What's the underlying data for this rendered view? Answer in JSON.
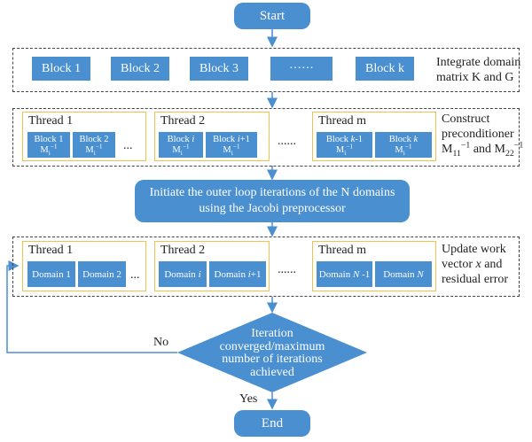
{
  "start": "Start",
  "end": "End",
  "blocks": [
    "Block 1",
    "Block 2",
    "Block 3",
    "······",
    "Block k"
  ],
  "side_labels": {
    "integrate_l1": "Integrate domain",
    "integrate_l2": "matrix K and G",
    "construct_l1": "Construct",
    "construct_l2": "preconditioner",
    "construct_m11": "M",
    "construct_and": "and M",
    "update_l1": "Update work",
    "update_l2_a": "vector ",
    "update_l2_b": "x",
    "update_l2_c": " and",
    "update_l3": "residual error"
  },
  "threads_top": {
    "t1": "Thread 1",
    "t2": "Thread 2",
    "tm": "Thread m",
    "b1": "Block 1",
    "b2": "Block 2",
    "bi_a": "Block ",
    "bi_b": "i",
    "bi1_a": "Block ",
    "bi1_b": "i",
    "bi1_c": "+1",
    "bk1_a": "Block ",
    "bk1_b": "k",
    "bk1_c": "-1",
    "bk_a": "Block ",
    "bk_b": "k",
    "m": "M",
    "m_sub": "i",
    "m_sup": "−1"
  },
  "initiate_l1": "Initiate the outer loop iterations of the N domains",
  "initiate_l2": "using the Jacobi preprocessor",
  "threads_bottom": {
    "t1": "Thread 1",
    "t2": "Thread 2",
    "tm": "Thread m",
    "d1": "Domain 1",
    "d2": "Domain 2",
    "di_a": "Domain ",
    "di_b": "i",
    "di1_a": "Domain ",
    "di1_b": "i",
    "di1_c": "+1",
    "dn1_a": "Domain ",
    "dn1_b": "N",
    "dn1_c": " -1",
    "dn_a": "Domain ",
    "dn_b": "N"
  },
  "decision_l1": "Iteration",
  "decision_l2": "converged/maximum",
  "decision_l3": "number of iterations",
  "decision_l4": "achieved",
  "no_label": "No",
  "yes_label": "Yes",
  "dots_short": "...",
  "dots_long": "......",
  "sub11": "11",
  "sub22": "22",
  "sup_neg1": "−1",
  "colors": {
    "box_fill": "#4a8fd0",
    "thread_border": "#f2c14e",
    "dashed": "#444444"
  }
}
